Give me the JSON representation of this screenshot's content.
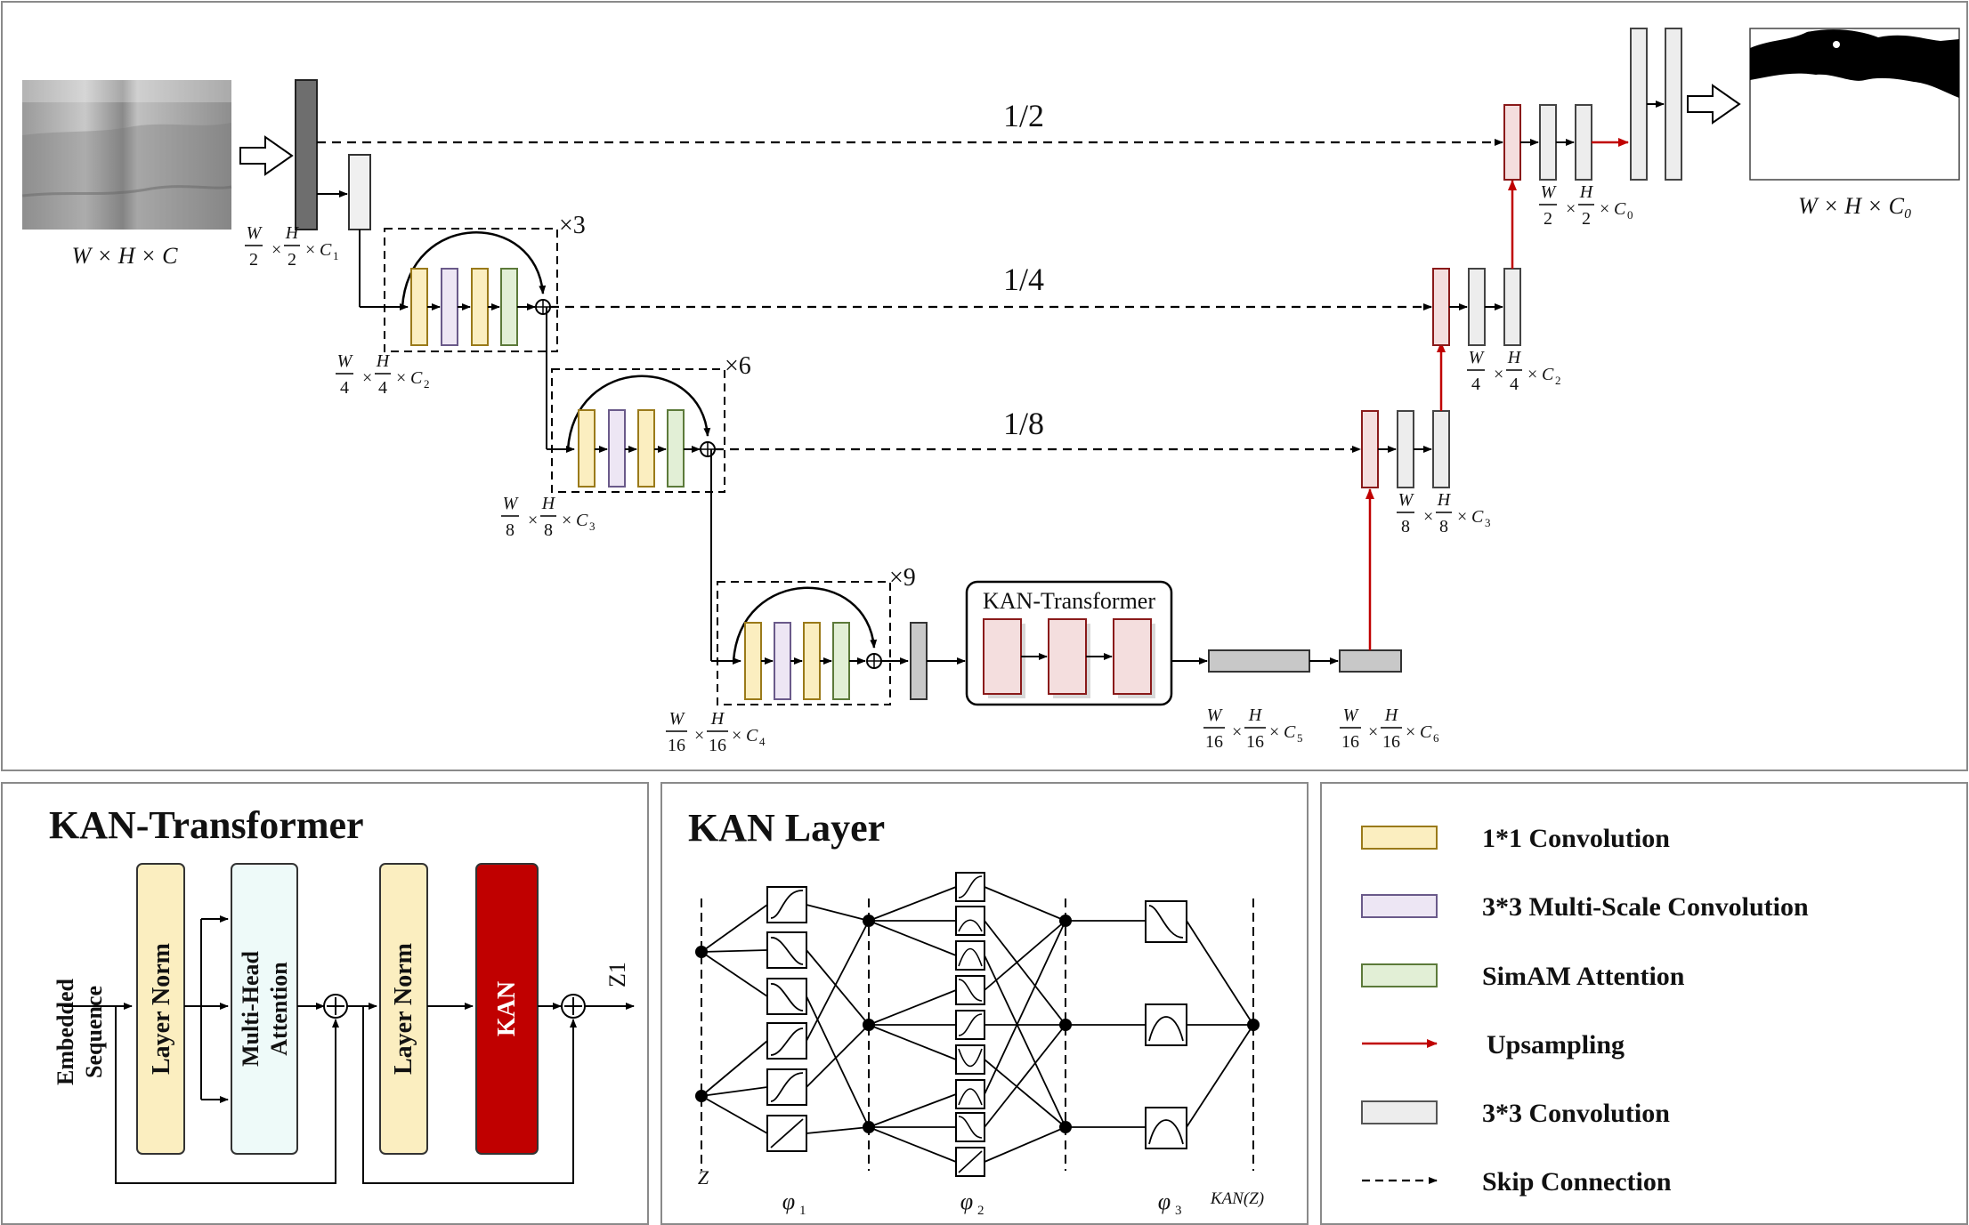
{
  "main": {
    "input_dims": "W × H × C",
    "output_dims": "W × H × C₀",
    "skip_labels": [
      "1/2",
      "1/4",
      "1/8"
    ],
    "repeat_labels": [
      "×3",
      "×6",
      "×9"
    ],
    "kan_transformer_title": "KAN-Transformer",
    "dims": {
      "d1": {
        "w": "W",
        "wd": "2",
        "h": "H",
        "hd": "2",
        "c": "C",
        "sub": "1"
      },
      "d2": {
        "w": "W",
        "wd": "4",
        "h": "H",
        "hd": "4",
        "c": "C",
        "sub": "2"
      },
      "d3": {
        "w": "W",
        "wd": "8",
        "h": "H",
        "hd": "8",
        "c": "C",
        "sub": "3"
      },
      "d4": {
        "w": "W",
        "wd": "16",
        "h": "H",
        "hd": "16",
        "c": "C",
        "sub": "4"
      },
      "d5": {
        "w": "W",
        "wd": "16",
        "h": "H",
        "hd": "16",
        "c": "C",
        "sub": "5"
      },
      "d6": {
        "w": "W",
        "wd": "16",
        "h": "H",
        "hd": "16",
        "c": "C",
        "sub": "6"
      },
      "u3": {
        "w": "W",
        "wd": "8",
        "h": "H",
        "hd": "8",
        "c": "C",
        "sub": "3"
      },
      "u2": {
        "w": "W",
        "wd": "4",
        "h": "H",
        "hd": "4",
        "c": "C",
        "sub": "2"
      },
      "u0": {
        "w": "W",
        "wd": "2",
        "h": "H",
        "hd": "2",
        "c": "C",
        "sub": "0"
      }
    }
  },
  "kt_panel": {
    "title": "KAN-Transformer",
    "input_label": [
      "Embedded",
      "Sequence"
    ],
    "layer_norm_1": "Layer  Norm",
    "mha": [
      "Multi-Head",
      "Attention"
    ],
    "layer_norm_2": "Layer  Norm",
    "kan": "KAN",
    "output": "Z1"
  },
  "kan_panel": {
    "title": "KAN Layer",
    "input_label": "Z",
    "phi1": "φ",
    "phi1_sub": "1",
    "phi2": "φ",
    "phi2_sub": "2",
    "phi3": "φ",
    "phi3_sub": "3",
    "output_label": "KAN(Z)"
  },
  "legend": {
    "items": [
      {
        "label": "1*1 Convolution",
        "color": "#fbeec0",
        "stroke": "#9a7a1a"
      },
      {
        "label": "3*3 Multi-Scale Convolution",
        "color": "#ede6f4",
        "stroke": "#6a5a8a"
      },
      {
        "label": "SimAM Attention",
        "color": "#e2efd6",
        "stroke": "#5c7a3a"
      },
      {
        "label": "Upsampling",
        "color": "#c00000"
      },
      {
        "label": "3*3 Convolution",
        "color": "#ededed",
        "stroke": "#555555"
      },
      {
        "label": "Skip Connection",
        "color": "#000000"
      }
    ]
  },
  "colors": {
    "yellow": "#fbeec0",
    "purple": "#ede6f4",
    "green": "#e2efd6",
    "red": "#c00000",
    "pink": "#f4dede",
    "gray": "#ededed",
    "mha": "#eefaf9"
  }
}
